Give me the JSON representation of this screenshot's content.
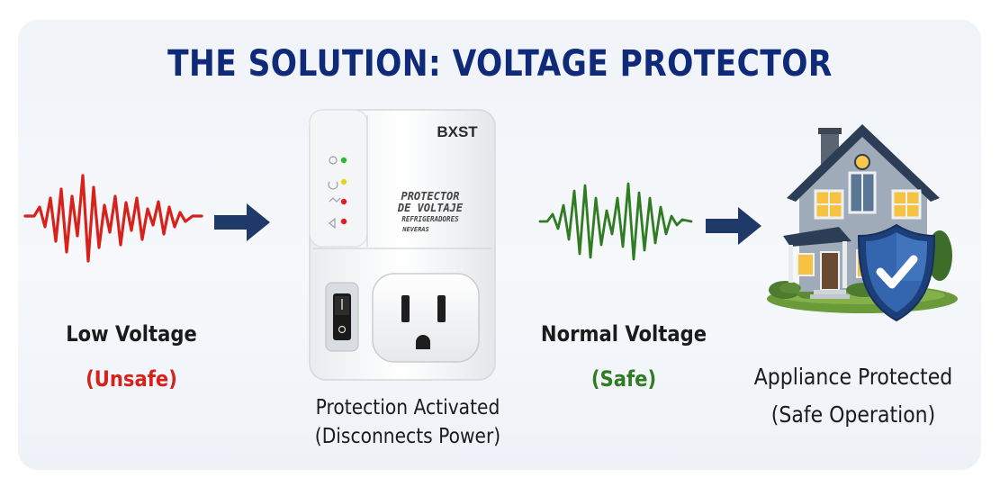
{
  "title": "THE SOLUTION: VOLTAGE PROTECTOR",
  "stages": {
    "low": {
      "label": "Low Voltage",
      "status": "(Unsafe)"
    },
    "device": {
      "brand": "BXST",
      "text_line1": "PROTECTOR",
      "text_line2": "DE VOLTAJE",
      "text_line3": "REFRIGERADORES",
      "text_line4": "NEVERAS",
      "label_line1": "Protection Activated",
      "label_line2": "(Disconnects Power)"
    },
    "normal": {
      "label": "Normal Voltage",
      "status": "(Safe)"
    },
    "appliance": {
      "label_line1": "Appliance Protected",
      "label_line2": "(Safe Operation)"
    }
  },
  "colors": {
    "title": "#0f2a78",
    "unsafe": "#d7221c",
    "safe": "#2f7c22",
    "arrow": "#1f3a68",
    "shield": "#1c3f7a"
  },
  "icons": [
    "red-waveform-icon",
    "arrow-right-icon",
    "voltage-protector-device",
    "green-waveform-icon",
    "house-icon",
    "shield-check-icon"
  ]
}
